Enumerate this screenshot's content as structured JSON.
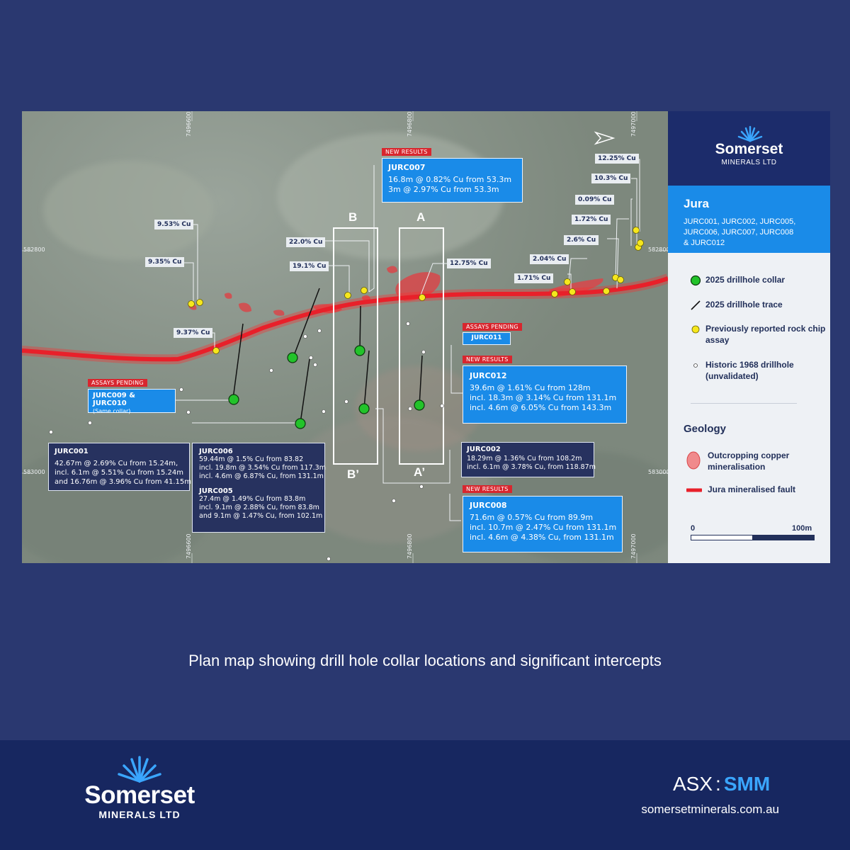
{
  "brand": {
    "name": "Somerset",
    "sub": "MINERALS LTD"
  },
  "map": {
    "north_label_top": "7496600",
    "coord_labels_vertical": [
      "7496600",
      "7496800",
      "7497000",
      "7496600",
      "7496800",
      "7497000"
    ],
    "coord_labels_horizontal": [
      "582800",
      "583000",
      "582800",
      "583000"
    ],
    "sections": {
      "a": "A",
      "a_prime": "A’",
      "b": "B",
      "b_prime": "B’"
    },
    "assay_labels": [
      "12.25% Cu",
      "10.3% Cu",
      "0.09% Cu",
      "1.72% Cu",
      "2.6% Cu",
      "2.04% Cu",
      "1.71% Cu",
      "12.75% Cu",
      "22.0% Cu",
      "19.1% Cu",
      "9.53% Cu",
      "9.35% Cu",
      "9.37% Cu"
    ],
    "jurc007": {
      "tag": "NEW RESULTS",
      "title": "JURC007",
      "lines": [
        "16.8m @ 0.82% Cu from 53.3m",
        "3m @ 2.97% Cu from 53.3m"
      ]
    },
    "jurc011": {
      "tag": "ASSAYS PENDING",
      "title": "JURC011"
    },
    "jurc012": {
      "tag": "NEW RESULTS",
      "title": "JURC012",
      "lines": [
        "39.6m @ 1.61% Cu from 128m",
        "incl. 18.3m @ 3.14% Cu from 131.1m",
        "incl. 4.6m @ 6.05% Cu from 143.3m"
      ]
    },
    "jurc009": {
      "tag": "ASSAYS PENDING",
      "title": "JURC009 & JURC010",
      "note": "(Same collar)"
    },
    "jurc001": {
      "title": "JURC001",
      "lines": [
        "42.67m @ 2.69% Cu from 15.24m,",
        "incl. 6.1m @ 5.51% Cu from 15.24m",
        "and 16.76m @ 3.96% Cu from 41.15m"
      ]
    },
    "jurc006": {
      "title": "JURC006",
      "lines": [
        "59.44m @ 1.5% Cu from 83.82",
        "incl. 19.8m @ 3.54% Cu from 117.3m",
        "incl. 4.6m @ 6.87% Cu, from 131.1m"
      ]
    },
    "jurc005": {
      "title": "JURC005",
      "lines": [
        "27.4m @ 1.49% Cu from 83.8m",
        "incl. 9.1m @ 2.88% Cu, from 83.8m",
        "and 9.1m @ 1.47% Cu, from 102.1m"
      ]
    },
    "jurc002": {
      "title": "JURC002",
      "lines": [
        "18.29m @ 1.36% Cu from 108.2m",
        "incl. 6.1m @ 3.78% Cu, from 118.87m"
      ]
    },
    "jurc008": {
      "tag": "NEW RESULTS",
      "title": "JURC008",
      "lines": [
        "71.6m @ 0.57% Cu from 89.9m",
        "incl. 10.7m @ 2.47% Cu from 131.1m",
        "incl. 4.6m @ 4.38% Cu, from 131.1m"
      ]
    }
  },
  "legend": {
    "project": "Jura",
    "holes": [
      "JURC001, JURC002, JURC005,",
      "JURC006, JURC007, JURC008",
      "& JURC012"
    ],
    "items": [
      "2025 drillhole collar",
      "2025 drillhole trace",
      "Previously reported rock chip assay",
      "Historic 1968 drillhole (unvalidated)"
    ],
    "geology_title": "Geology",
    "geology_items": [
      "Outcropping copper mineralisation",
      "Jura mineralised fault"
    ],
    "scale_start": "0",
    "scale_end": "100m"
  },
  "caption": "Plan map showing drill hole collar locations and significant intercepts",
  "footer": {
    "asx_prefix": "ASX",
    "asx_code": "SMM",
    "website": "somersetminerals.com.au"
  },
  "colors": {
    "background": "#2a3870",
    "footer": "#172760",
    "accent_blue": "#1a8be8",
    "fault_red": "#e8202a",
    "collar_green": "#22c32a",
    "rockchip_yellow": "#f6e71d"
  }
}
